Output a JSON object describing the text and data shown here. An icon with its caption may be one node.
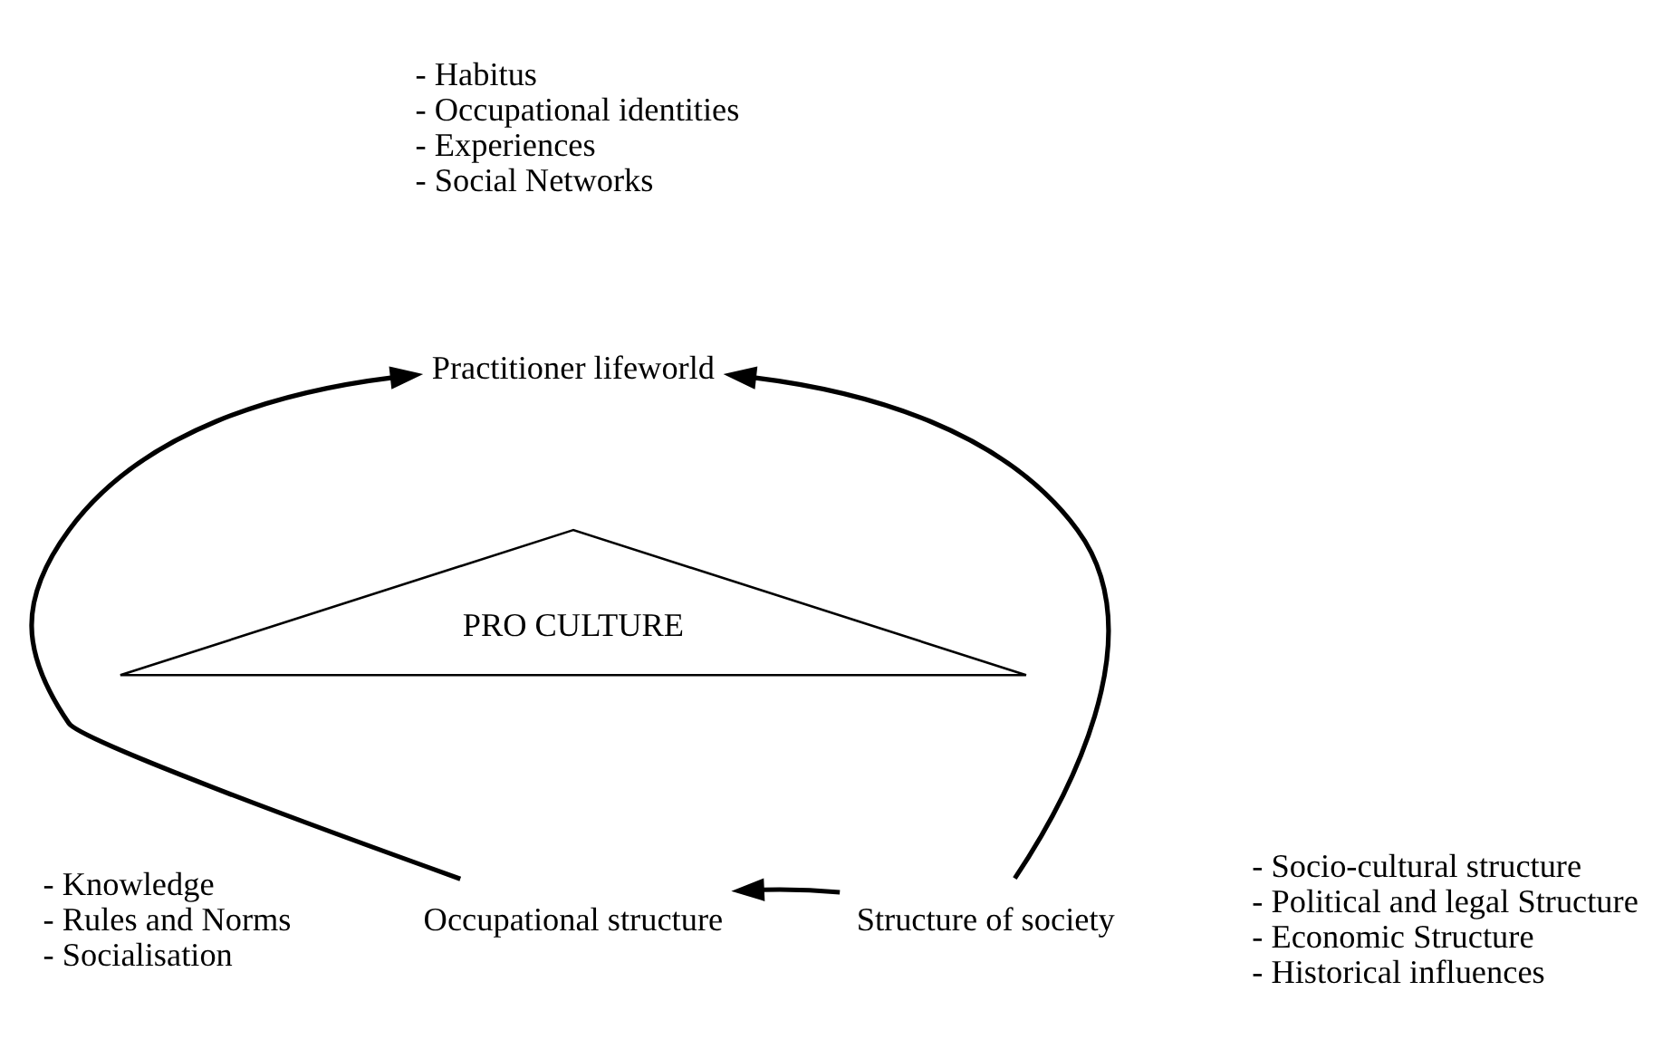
{
  "diagram": {
    "nodes": [
      {
        "text": [
          "Practitioner lifeworld"
        ],
        "beside": [
          "- Habitus",
          "- Occupational identities",
          "- Experiences",
          "- Social Networks"
        ]
      },
      {
        "text": [
          "Occupational structure"
        ],
        "beside": [
          "- Knowledge",
          "- Rules and Norms",
          "- Socialisation"
        ]
      },
      {
        "text": [
          "Structure of society"
        ],
        "beside": [
          "- Socio-cultural structure",
          "- Political and legal Structure",
          "- Economic Structure",
          "- Historical influences"
        ]
      },
      {
        "text": [
          "PRO CULTURE"
        ]
      }
    ],
    "edges": [
      {
        "from": 1,
        "to": 0,
        "arrow": "to"
      },
      {
        "from": 2,
        "to": 0,
        "arrow": "to"
      },
      {
        "from": 2,
        "to": 1,
        "arrow": "to"
      }
    ]
  }
}
